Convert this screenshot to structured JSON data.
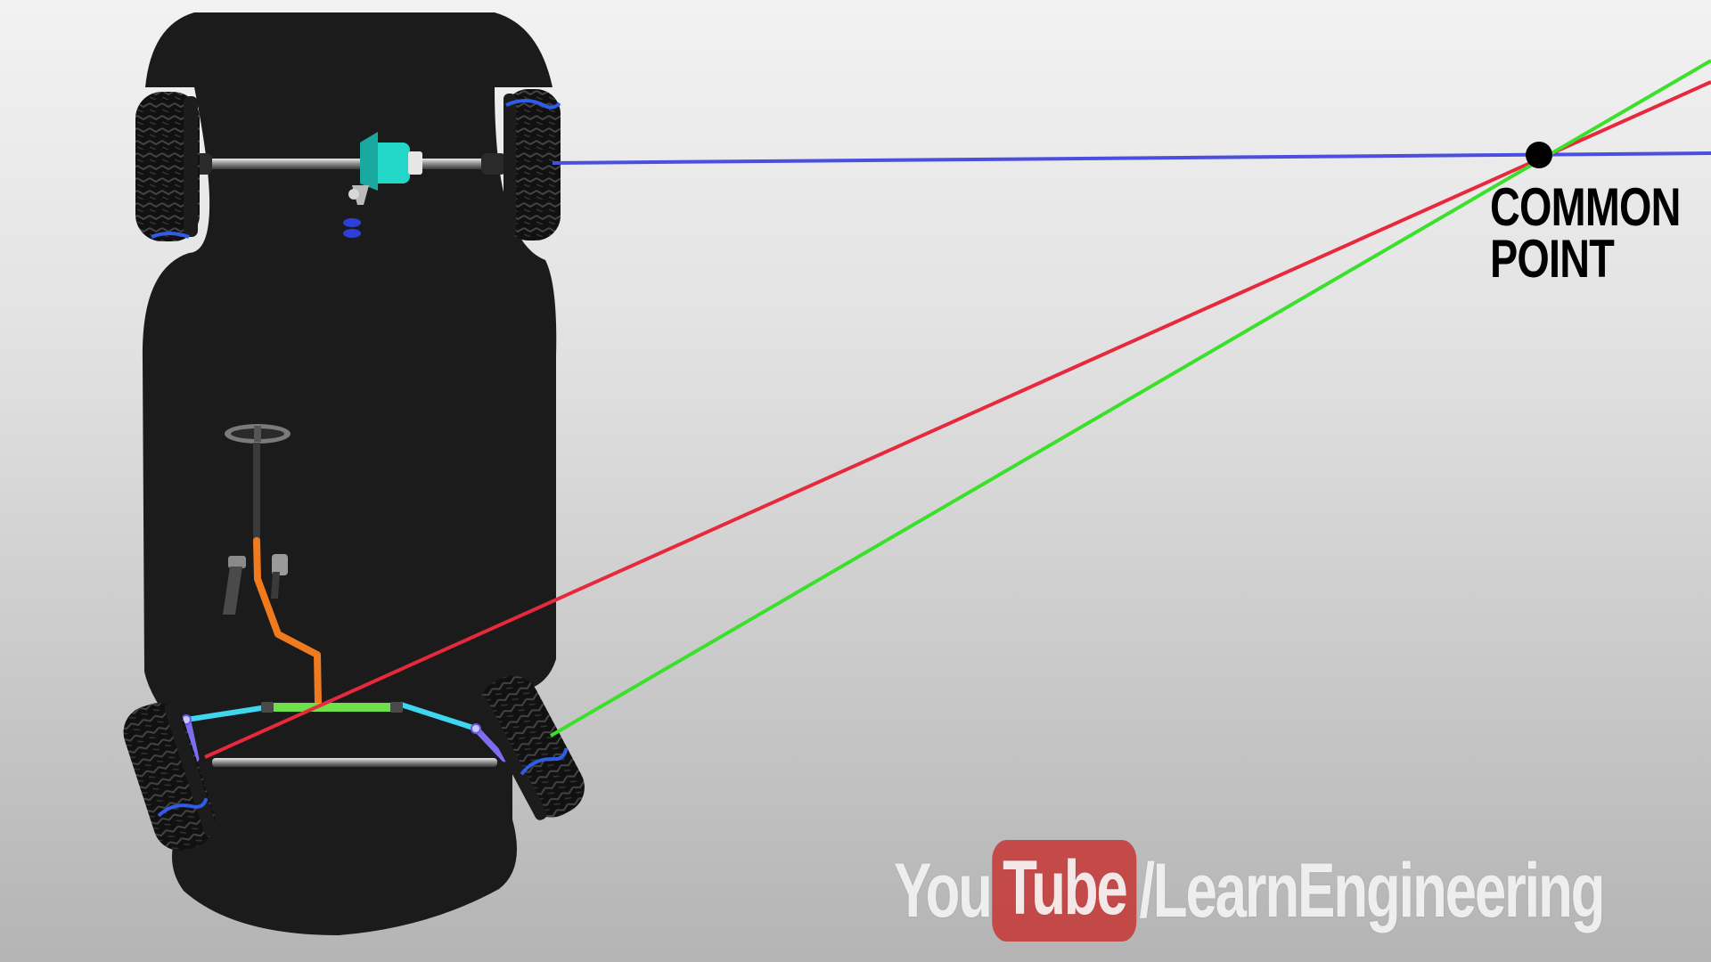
{
  "labels": {
    "common_point_line1": "COMMON",
    "common_point_line2": "POINT"
  },
  "watermark": {
    "part1": "You",
    "part2": "Tube",
    "part3": "/LearnEngineering"
  },
  "colors": {
    "rear_axle_line": "#4a4fe0",
    "inner_wheel_line": "#e8283c",
    "outer_wheel_line": "#3be02a",
    "car_body": "#1b1b1b",
    "steering_column": "#f07a1e",
    "steering_links": "#3fd6f0",
    "rack": "#6ee04a",
    "differential": "#22d6c8",
    "common_point": "#000000"
  },
  "icons": {
    "car": "car-top-view-icon",
    "common_point": "dot-marker"
  }
}
